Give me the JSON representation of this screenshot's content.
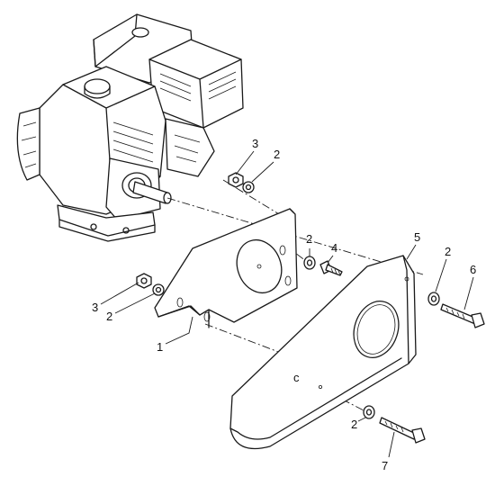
{
  "callouts": [
    {
      "id": "c3a",
      "text": "3"
    },
    {
      "id": "c2a",
      "text": "2"
    },
    {
      "id": "c2b",
      "text": "2"
    },
    {
      "id": "c4",
      "text": "4"
    },
    {
      "id": "c5",
      "text": "5"
    },
    {
      "id": "c2c",
      "text": "2"
    },
    {
      "id": "c6",
      "text": "6"
    },
    {
      "id": "c3b",
      "text": "3"
    },
    {
      "id": "c2d",
      "text": "2"
    },
    {
      "id": "c1",
      "text": "1"
    },
    {
      "id": "c2e",
      "text": "2"
    },
    {
      "id": "c7",
      "text": "7"
    }
  ],
  "colors": {
    "ink": "#1a1a1a",
    "paper": "#ffffff"
  }
}
